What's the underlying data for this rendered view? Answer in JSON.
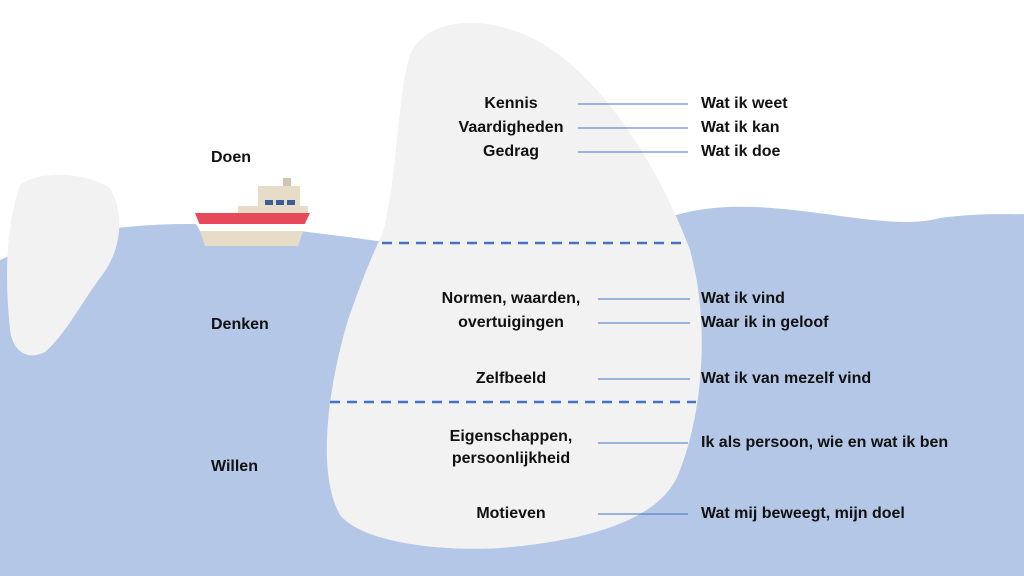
{
  "colors": {
    "water": "#b4c7e7",
    "iceberg": "#f2f2f2",
    "divider": "#4472c4",
    "connector": "#4472c4",
    "text": "#111111",
    "ship_hull": "#e8495a",
    "ship_cabin": "#e7dcc8"
  },
  "levels": {
    "doen": "Doen",
    "denken": "Denken",
    "willen": "Willen"
  },
  "items": [
    {
      "term": "Kennis",
      "meaning": "Wat  ik weet"
    },
    {
      "term": "Vaardigheden",
      "meaning": "Wat ik kan"
    },
    {
      "term": "Gedrag",
      "meaning": "Wat ik doe"
    },
    {
      "term": "Normen, waarden,",
      "meaning": "Wat  ik vind"
    },
    {
      "term": "overtuigingen",
      "meaning": "Waar ik in geloof"
    },
    {
      "term": "Zelfbeeld",
      "meaning": "Wat  ik van mezelf vind"
    },
    {
      "term": "Eigenschappen,",
      "term2": "persoonlijkheid",
      "meaning": "Ik als persoon, wie en wat ik ben"
    },
    {
      "term": "Motieven",
      "meaning": "Wat mij beweegt, mijn doel"
    }
  ]
}
